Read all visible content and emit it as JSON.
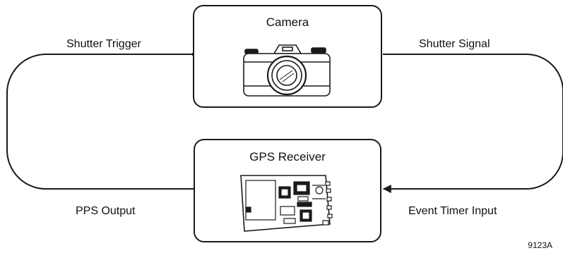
{
  "nodes": {
    "camera": {
      "title": "Camera"
    },
    "gps": {
      "title": "GPS Receiver"
    }
  },
  "edges": {
    "shutter_trigger": "Shutter Trigger",
    "shutter_signal": "Shutter Signal",
    "event_timer_input": "Event Timer Input",
    "pps_output": "PPS Output"
  },
  "figure_id": "9123A",
  "icons": {
    "camera": "camera-icon",
    "gps": "circuit-board-icon"
  },
  "colors": {
    "line": "#1a1a1a",
    "background": "#ffffff"
  }
}
